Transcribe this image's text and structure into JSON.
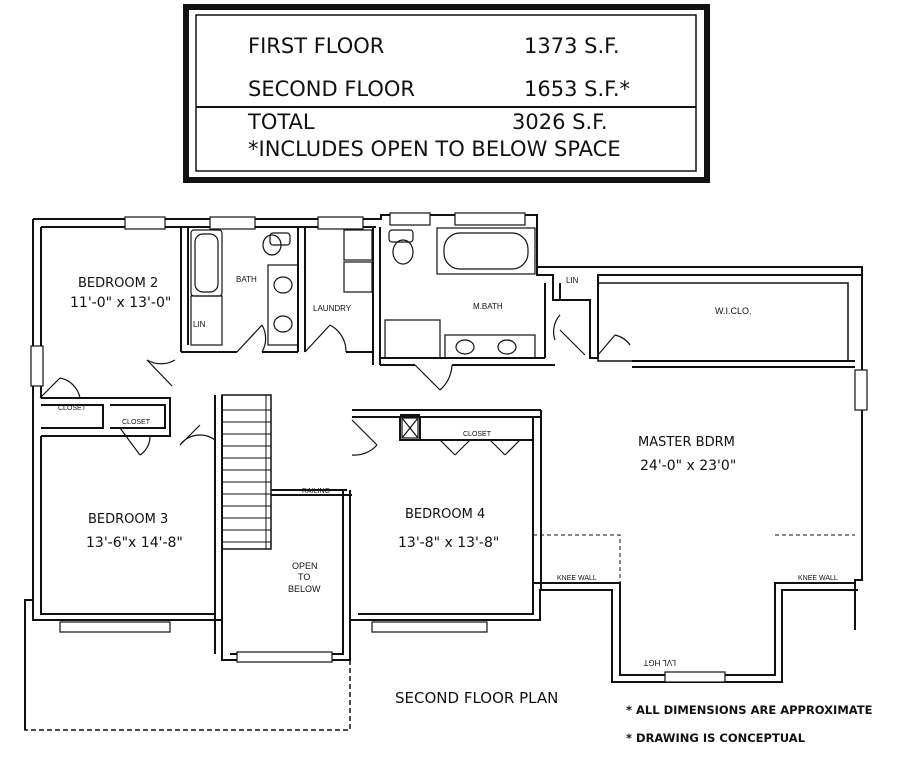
{
  "area_table": {
    "rows": [
      {
        "label": "FIRST FLOOR",
        "value": "1373 S.F."
      },
      {
        "label": "SECOND FLOOR",
        "value": "1653 S.F.*"
      },
      {
        "label": "TOTAL",
        "value": "3026 S.F."
      }
    ],
    "footnote": "*INCLUDES OPEN TO BELOW SPACE"
  },
  "rooms": {
    "bedroom2_name": "BEDROOM 2",
    "bedroom2_size": "11'-0\" x 13'-0\"",
    "bedroom3_name": "BEDROOM 3",
    "bedroom3_size": "13'-6\"x 14'-8\"",
    "bedroom4_name": "BEDROOM 4",
    "bedroom4_size": "13'-8\" x 13'-8\"",
    "master_name": "MASTER BDRM",
    "master_size": "24'-0\" x 23'0\"",
    "bath": "BATH",
    "lin1": "LIN",
    "laundry": "LAUNDRY",
    "mbath": "M.BATH",
    "lin2": "LIN",
    "wiclo": "W.I.CLO.",
    "closet1": "CLOSET",
    "closet2": "CLOSET",
    "closet3": "CLOSET",
    "railing": "RAILING",
    "open_line1": "OPEN",
    "open_line2": "TO",
    "open_line3": "BELOW",
    "knee_wall_left": "KNEE WALL",
    "knee_wall_right": "KNEE WALL",
    "lvl_hgt": "LVL HGT"
  },
  "plan_title": "SECOND FLOOR PLAN",
  "notes": [
    "* ALL DIMENSIONS ARE APPROXIMATE",
    "* DRAWING IS CONCEPTUAL"
  ]
}
